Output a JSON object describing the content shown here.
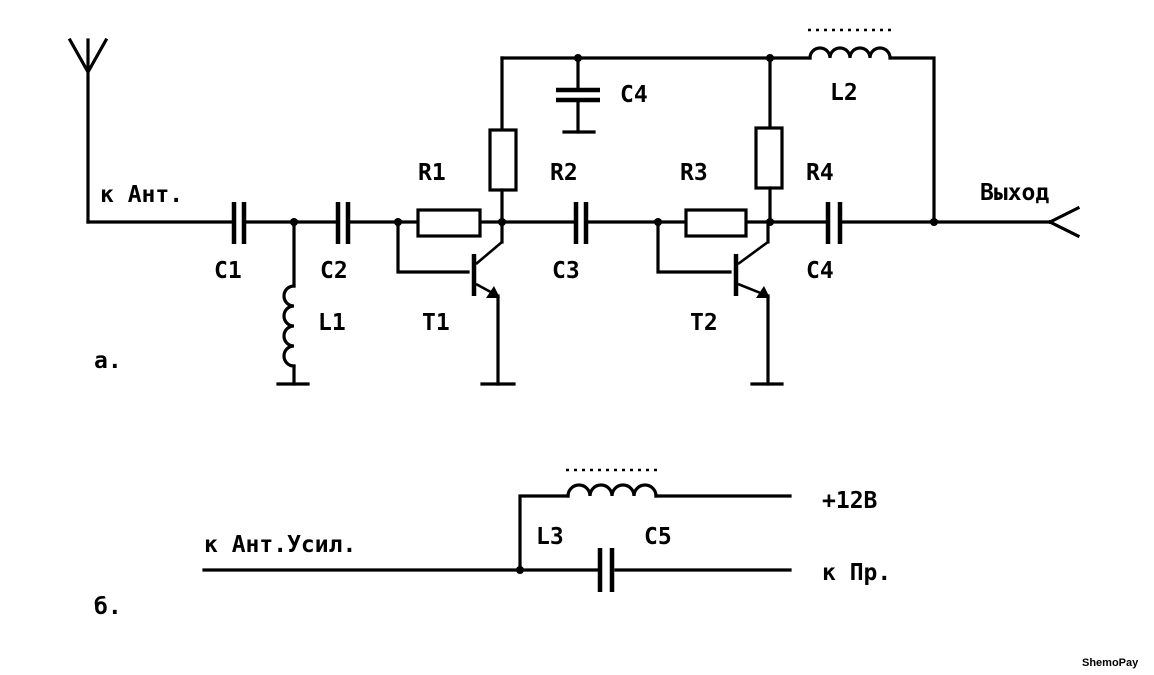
{
  "labels": {
    "k_ant": "к Ант.",
    "c1": "C1",
    "c2": "C2",
    "l1": "L1",
    "r1": "R1",
    "t1": "T1",
    "r2": "R2",
    "c3": "C3",
    "c4_top": "C4",
    "r3": "R3",
    "t2": "T2",
    "r4": "R4",
    "c4_out": "C4",
    "l2": "L2",
    "vykhod": "Выход",
    "part_a": "а.",
    "k_ant_usil": "к Ант.Усил.",
    "l3": "L3",
    "c5": "C5",
    "plus12": "+12В",
    "k_pr": "к Пр.",
    "part_b": "б.",
    "watermark": "ShemoPay"
  }
}
